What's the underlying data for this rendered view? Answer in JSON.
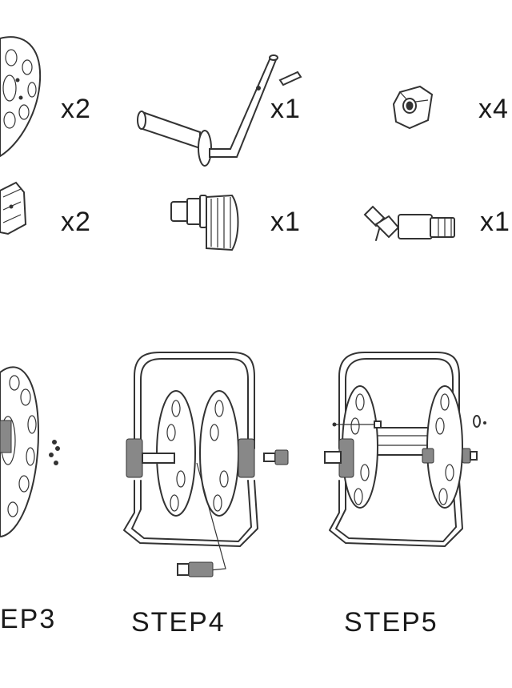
{
  "parts": [
    {
      "name": "reel-disc",
      "qty": "x2"
    },
    {
      "name": "crank-handle-with-pin",
      "qty": "x1"
    },
    {
      "name": "wing-nut",
      "qty": "x4"
    },
    {
      "name": "side-bracket",
      "qty": "x2"
    },
    {
      "name": "hose-connector",
      "qty": "x1"
    },
    {
      "name": "inlet-connector",
      "qty": "x1"
    }
  ],
  "steps": [
    {
      "label": "EP3"
    },
    {
      "label": "STEP4"
    },
    {
      "label": "STEP5"
    }
  ],
  "colors": {
    "line": "#333333",
    "background": "#ffffff"
  }
}
